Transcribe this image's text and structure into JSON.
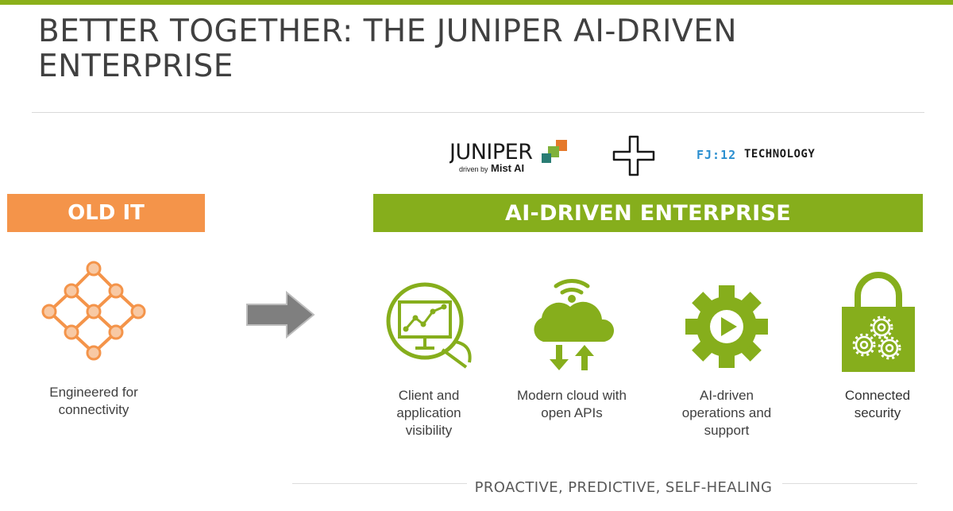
{
  "slide": {
    "title": "BETTER TOGETHER: THE JUNIPER AI-DRIVEN ENTERPRISE",
    "footer": "PROACTIVE, PREDICTIVE, SELF-HEALING"
  },
  "logos": {
    "juniper_word": "JUNIPER",
    "juniper_tagline_prefix": "driven by",
    "juniper_tagline_brand": "Mist AI",
    "partner_mark": "FJ:12",
    "partner_word": "TECHNOLOGY"
  },
  "old_it": {
    "band_label": "OLD IT",
    "caption": "Engineered for connectivity"
  },
  "ai_driven": {
    "band_label": "AI-DRIVEN ENTERPRISE",
    "features": [
      {
        "caption": "Client and application visibility",
        "icon": "monitor-chart-icon"
      },
      {
        "caption": "Modern cloud with open APIs",
        "icon": "cloud-wifi-icon"
      },
      {
        "caption": "AI-driven operations and support",
        "icon": "gear-play-icon"
      },
      {
        "caption": "Connected security",
        "icon": "padlock-gears-icon"
      }
    ]
  },
  "colors": {
    "accent_green": "#86ae1c",
    "accent_orange": "#f4944a",
    "top_bar": "#8bb01a",
    "text": "#404040",
    "arrow_gray": "#7f7f7f",
    "partner_blue": "#2b8fd0"
  }
}
